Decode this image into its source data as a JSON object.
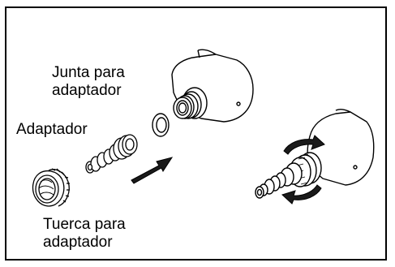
{
  "labels": {
    "gasket": [
      "Junta para",
      "adaptador"
    ],
    "adapter": [
      "Adaptador"
    ],
    "nut": [
      "Tuerca para",
      "adaptador"
    ]
  },
  "colors": {
    "line": "#000000",
    "fill": "#ffffff",
    "arrow": "#1a1a1a"
  }
}
